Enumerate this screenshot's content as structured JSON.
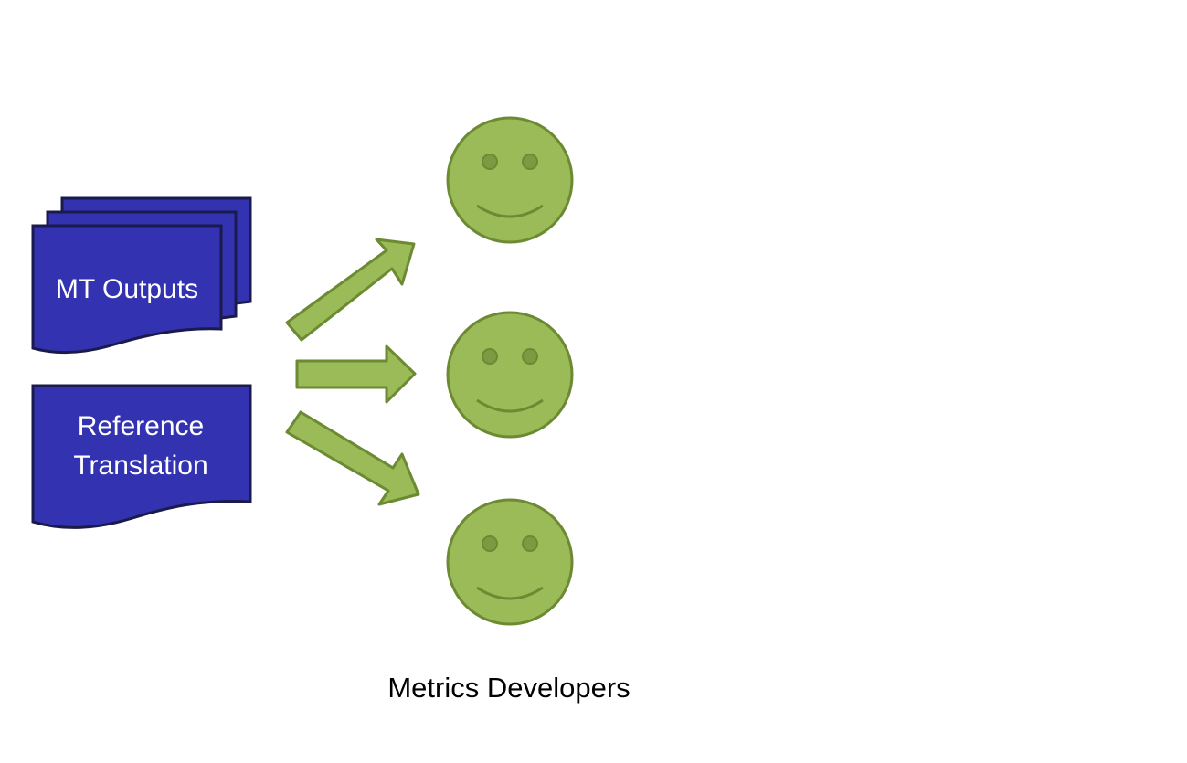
{
  "documents": {
    "mt_outputs_label": "MT Outputs",
    "reference_label_line1": "Reference",
    "reference_label_line2": "Translation"
  },
  "caption": "Metrics Developers",
  "colors": {
    "document_fill": "#3333b2",
    "document_stroke": "#1a1a4d",
    "arrow_fill": "#9bbb59",
    "arrow_stroke": "#6b8a32",
    "face_fill": "#9bbb59",
    "face_stroke": "#6b8a32",
    "face_feature": "#6b8a32"
  },
  "icons": {
    "face": "smiley-face-icon",
    "arrow": "block-arrow-icon"
  }
}
